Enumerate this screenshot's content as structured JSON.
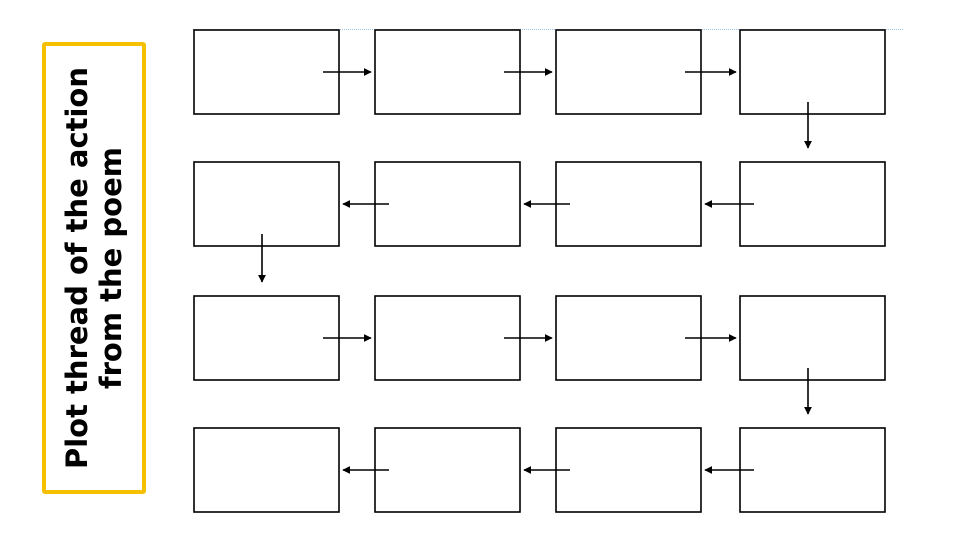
{
  "title": {
    "line1": "Plot thread of the action",
    "line2": "from the poem"
  },
  "colors": {
    "frame": "#f5c000",
    "box_stroke": "#000000",
    "arrow": "#000000",
    "guide": "#9cc3e6"
  },
  "diagram": {
    "rows": 4,
    "columns": 4,
    "boxes": [
      {
        "row": 1,
        "column": 1,
        "text": ""
      },
      {
        "row": 1,
        "column": 2,
        "text": ""
      },
      {
        "row": 1,
        "column": 3,
        "text": ""
      },
      {
        "row": 1,
        "column": 4,
        "text": ""
      },
      {
        "row": 2,
        "column": 1,
        "text": ""
      },
      {
        "row": 2,
        "column": 2,
        "text": ""
      },
      {
        "row": 2,
        "column": 3,
        "text": ""
      },
      {
        "row": 2,
        "column": 4,
        "text": ""
      },
      {
        "row": 3,
        "column": 1,
        "text": ""
      },
      {
        "row": 3,
        "column": 2,
        "text": ""
      },
      {
        "row": 3,
        "column": 3,
        "text": ""
      },
      {
        "row": 3,
        "column": 4,
        "text": ""
      },
      {
        "row": 4,
        "column": 1,
        "text": ""
      },
      {
        "row": 4,
        "column": 2,
        "text": ""
      },
      {
        "row": 4,
        "column": 3,
        "text": ""
      },
      {
        "row": 4,
        "column": 4,
        "text": ""
      }
    ],
    "flow": "serpentine: row 1 left to right, down, row 2 right to left, down, row 3 left to right, down, row 4 right to left"
  }
}
